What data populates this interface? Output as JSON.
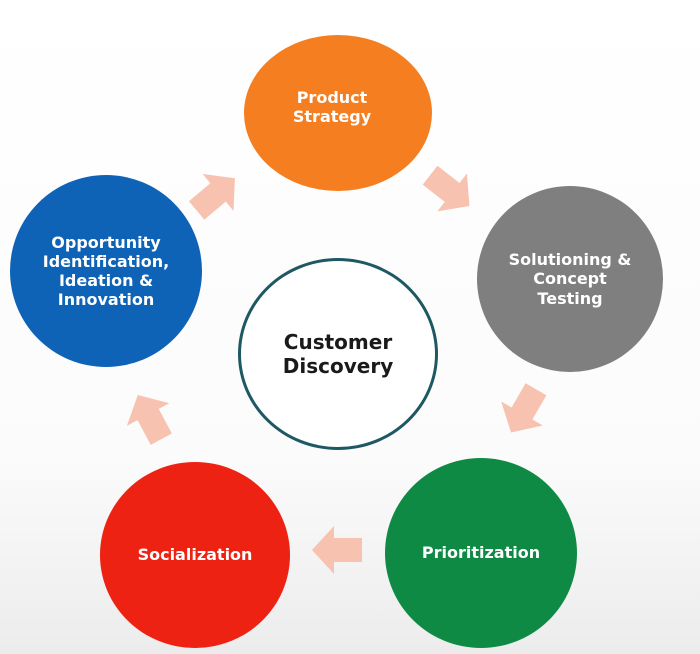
{
  "diagram": {
    "center": {
      "label": "Customer\nDiscovery"
    },
    "nodes": [
      {
        "id": "product-strategy",
        "label": "Product\nStrategy",
        "color": "#f57f20"
      },
      {
        "id": "solutioning",
        "label": "Solutioning &\nConcept\nTesting",
        "color": "#7f7f7f"
      },
      {
        "id": "prioritization",
        "label": "Prioritization",
        "color": "#0f8a45"
      },
      {
        "id": "socialization",
        "label": "Socialization",
        "color": "#ed2213"
      },
      {
        "id": "opportunity",
        "label": "Opportunity\nIdentification,\nIdeation &\nInnovation",
        "color": "#0f63b6"
      }
    ],
    "center_border_color": "#1d5863",
    "arrow_color": "#f7c2b0",
    "arrow_icon": "block-arrow-icon"
  }
}
